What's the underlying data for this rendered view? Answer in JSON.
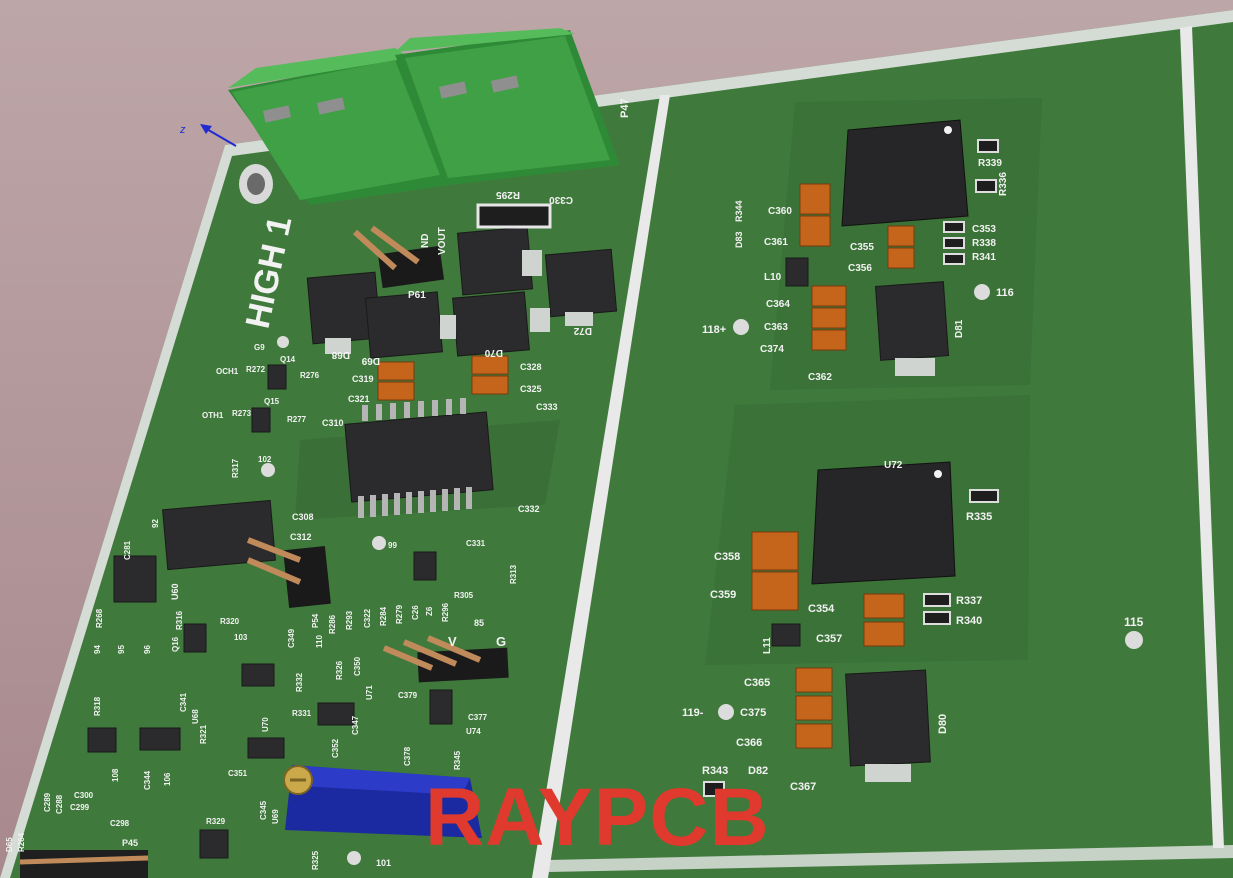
{
  "board": {
    "title_text": "HIGH 1",
    "connector_label": "P47",
    "watermark": "RAYPCB",
    "axis_label": "z",
    "labels_left": [
      "P61",
      "D68",
      "D69",
      "D70",
      "D72",
      "R295",
      "C330",
      "VOUT",
      "ND",
      "C319",
      "C321",
      "C310",
      "C328",
      "C325",
      "C333",
      "C332",
      "C308",
      "C312",
      "OCH1",
      "R272",
      "R276",
      "Q14",
      "OTH1",
      "R273",
      "R277",
      "Q15",
      "G9",
      "R317",
      "102",
      "U60",
      "R316",
      "C281",
      "R268",
      "92",
      "Q16",
      "R320",
      "103",
      "94",
      "95",
      "96",
      "P54",
      "R286",
      "R293",
      "C322",
      "R284",
      "R279",
      "C26",
      "Z6",
      "R296",
      "R305",
      "R313",
      "C331",
      "99",
      "110",
      "C349",
      "R332",
      "R326",
      "C350",
      "U71",
      "C347",
      "R331",
      "U70",
      "C352",
      "C379",
      "C377",
      "U74",
      "C378",
      "R345",
      "R318",
      "C341",
      "U68",
      "R321",
      "108",
      "106",
      "C344",
      "C351",
      "C345",
      "U69",
      "R329",
      "C289",
      "C288",
      "C300",
      "C299",
      "C298",
      "P45",
      "D65",
      "R264",
      "R325",
      "101",
      "85",
      "V",
      "G"
    ],
    "labels_right_top": [
      "R339",
      "R336",
      "C353",
      "R338",
      "R341",
      "C360",
      "C361",
      "R344",
      "D83",
      "L10",
      "C355",
      "C356",
      "C364",
      "C363",
      "C374",
      "C362",
      "D81",
      "116",
      "118+"
    ],
    "labels_right_bottom": [
      "U72",
      "R335",
      "C358",
      "C359",
      "C354",
      "R337",
      "R340",
      "C357",
      "L11",
      "C365",
      "C375",
      "C366",
      "119-",
      "R343",
      "D82",
      "C367",
      "D80",
      "115"
    ]
  },
  "colors": {
    "board_green": "#3f7a3c",
    "board_edge": "#e6e6e6",
    "connector_green": "#3fa045",
    "watermark_red": "#e0392d",
    "pot_blue": "#1b2aa0"
  }
}
